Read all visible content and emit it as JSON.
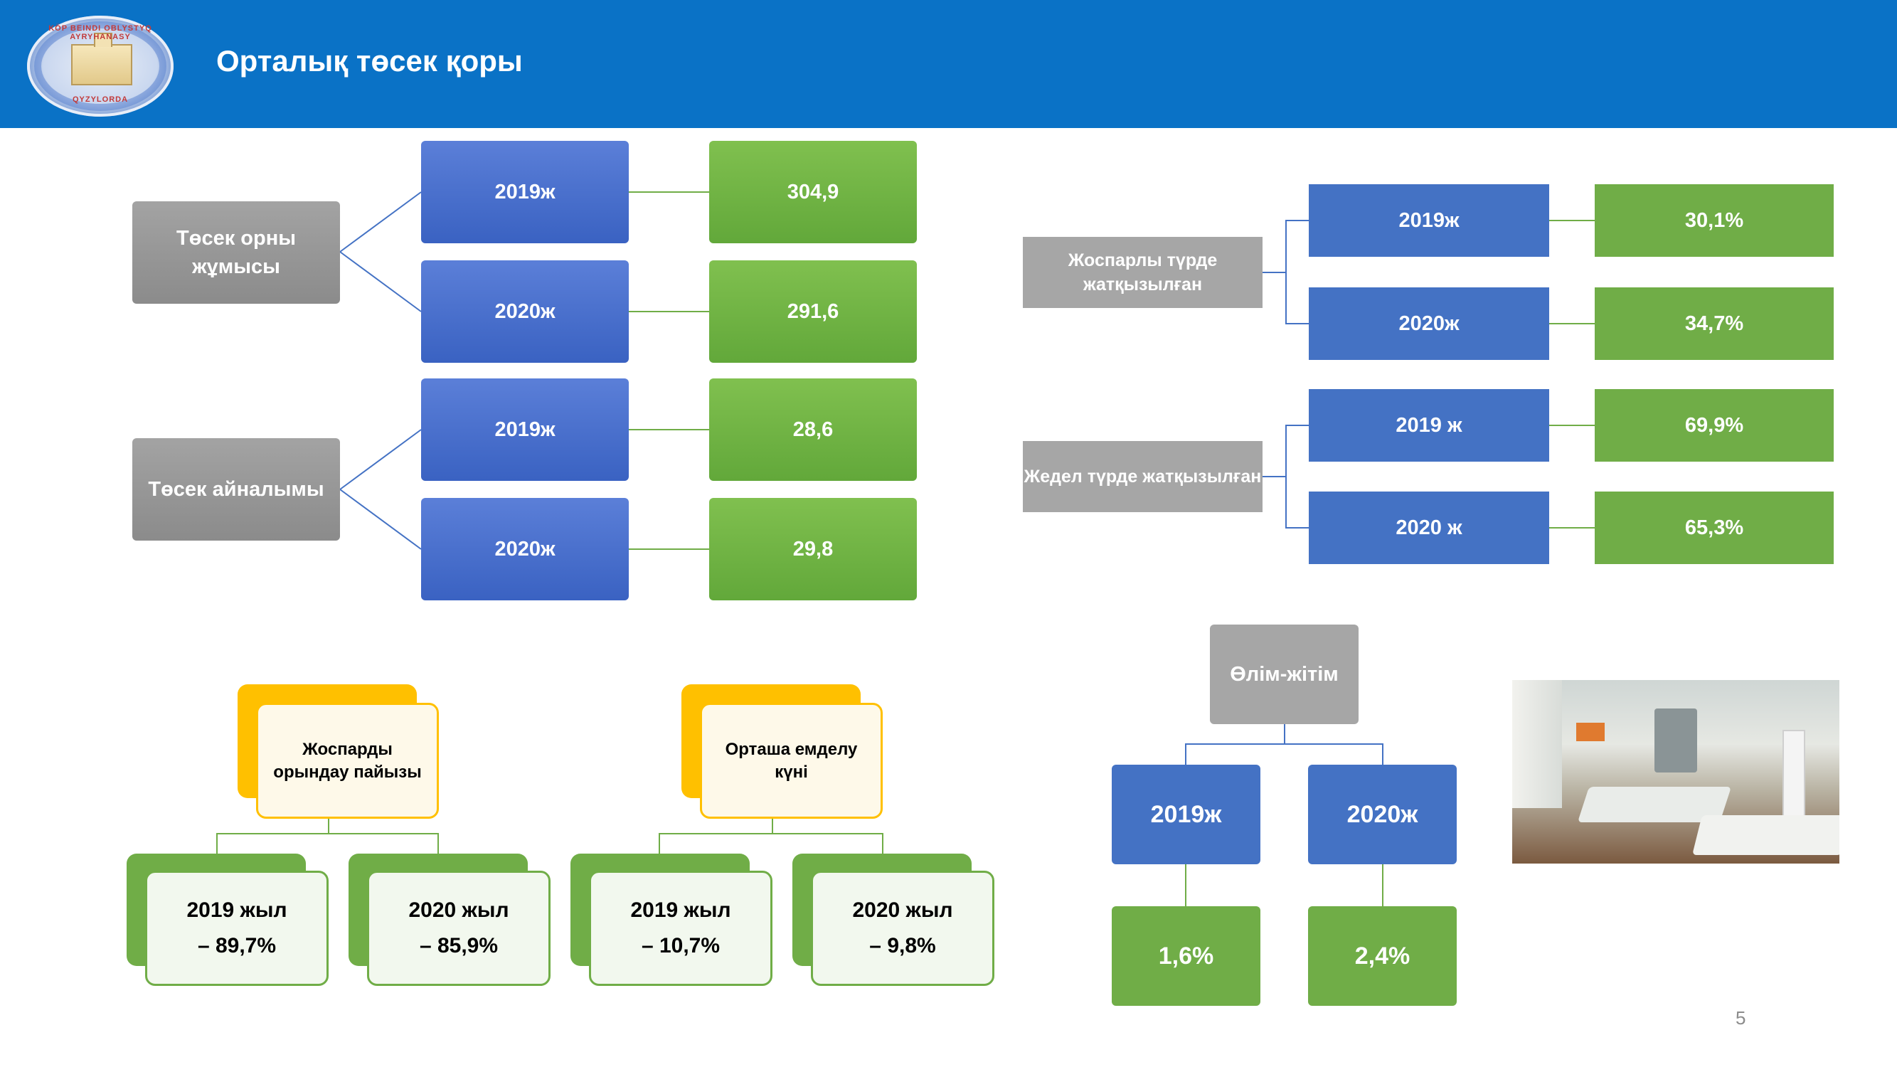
{
  "header": {
    "title": "Орталық төсек қоры",
    "logo_text_top": "KÖP BEINDI OBLYSTYQ AYRYHANASY",
    "logo_text_bottom": "QYZYLORDA"
  },
  "bed_work": {
    "label": "Төсек орны жұмысы",
    "rows": [
      {
        "year": "2019ж",
        "value": "304,9"
      },
      {
        "year": "2020ж",
        "value": "291,6"
      }
    ]
  },
  "bed_turnover": {
    "label": "Төсек айналымы",
    "rows": [
      {
        "year": "2019ж",
        "value": "28,6"
      },
      {
        "year": "2020ж",
        "value": "29,8"
      }
    ]
  },
  "planned": {
    "label": "Жоспарлы түрде жатқызылған",
    "rows": [
      {
        "year": "2019ж",
        "value": "30,1%"
      },
      {
        "year": "2020ж",
        "value": "34,7%"
      }
    ]
  },
  "emergency": {
    "label": "Жедел түрде жатқызылған",
    "rows": [
      {
        "year": "2019 ж",
        "value": "69,9%"
      },
      {
        "year": "2020 ж",
        "value": "65,3%"
      }
    ]
  },
  "plan_fulfillment": {
    "label": "Жоспарды орындау пайызы",
    "items": [
      {
        "line1": "2019 жыл",
        "line2": "– 89,7%"
      },
      {
        "line1": "2020 жыл",
        "line2": "– 85,9%"
      }
    ]
  },
  "avg_stay": {
    "label": "Орташа емделу күні",
    "items": [
      {
        "line1": "2019 жыл",
        "line2": "– 10,7%"
      },
      {
        "line1": "2020 жыл",
        "line2": "– 9,8%"
      }
    ]
  },
  "mortality": {
    "label": "Өлім-жітім",
    "rows": [
      {
        "year": "2019ж",
        "value": "1,6%"
      },
      {
        "year": "2020ж",
        "value": "2,4%"
      }
    ]
  },
  "page_number": "5",
  "colors": {
    "header_blue": "#0a72c6",
    "box_blue": "#4472c4",
    "box_green": "#70ad47",
    "box_gray": "#a6a6a6",
    "accent_yellow": "#ffc000"
  }
}
